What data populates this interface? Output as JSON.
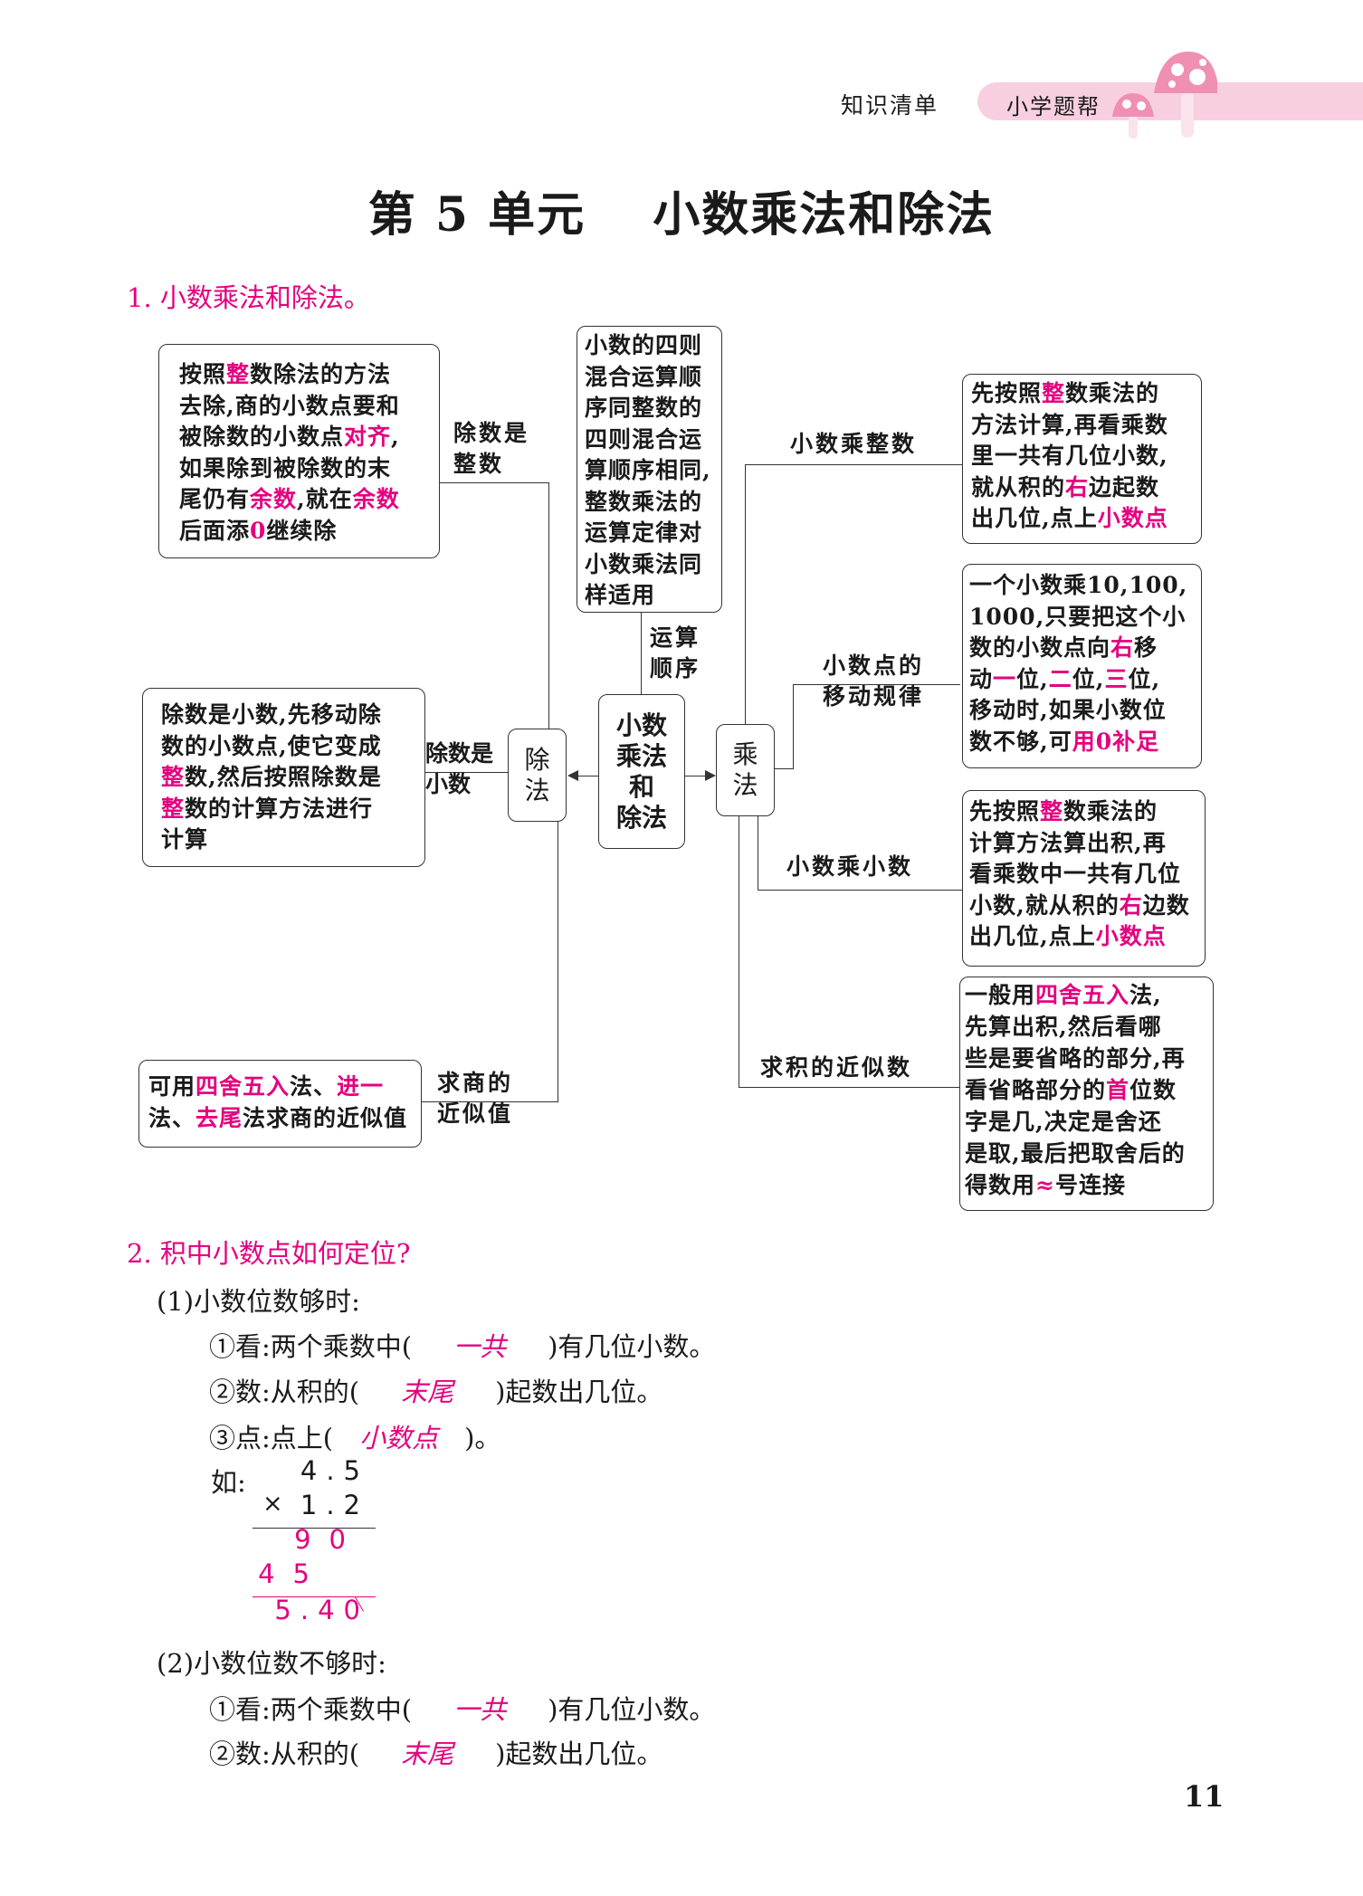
{
  "header": {
    "section_label": "知识清单",
    "brand": "小学题帮",
    "brand_color": "#f8cfe0",
    "icon": "mushroom-icon"
  },
  "title": "第 5 单元　 小数乘法和除法",
  "accent_color": "#e4007f",
  "section1": {
    "heading": "1. 小数乘法和除法。",
    "center_node": [
      "小数",
      "乘法",
      "和",
      "除法"
    ],
    "division_node": [
      "除",
      "法"
    ],
    "multiplication_node": [
      "乘",
      "法"
    ],
    "order_label": [
      "运算",
      "顺序"
    ],
    "order_box": [
      [
        {
          "t": "小数的四则"
        }
      ],
      [
        {
          "t": "混合运算顺"
        }
      ],
      [
        {
          "t": "序同整数的"
        }
      ],
      [
        {
          "t": "四则混合运"
        }
      ],
      [
        {
          "t": "算顺序相同,"
        }
      ],
      [
        {
          "t": "整数乘法的"
        }
      ],
      [
        {
          "t": "运算定律对"
        }
      ],
      [
        {
          "t": "小数乘法同"
        }
      ],
      [
        {
          "t": "样适用"
        }
      ]
    ],
    "div_integer": {
      "label": [
        "除数是",
        "整数"
      ],
      "lines": [
        [
          {
            "t": "按照"
          },
          {
            "t": "整",
            "h": true
          },
          {
            "t": "数除法的方法"
          }
        ],
        [
          {
            "t": "去除,商的小数点要和"
          }
        ],
        [
          {
            "t": "被除数的小数点"
          },
          {
            "t": "对齐",
            "h": true
          },
          {
            "t": ","
          }
        ],
        [
          {
            "t": "如果除到被除数的末"
          }
        ],
        [
          {
            "t": "尾仍有"
          },
          {
            "t": "余数",
            "h": true
          },
          {
            "t": ",就在"
          },
          {
            "t": "余数",
            "h": true
          }
        ],
        [
          {
            "t": "后面添"
          },
          {
            "t": "0",
            "h": true
          },
          {
            "t": "继续除"
          }
        ]
      ]
    },
    "div_decimal": {
      "label": [
        "除数是",
        "小数"
      ],
      "lines": [
        [
          {
            "t": "除数是小数,先移动除"
          }
        ],
        [
          {
            "t": "数的小数点,使它变成"
          }
        ],
        [
          {
            "t": "整",
            "h": true
          },
          {
            "t": "数,然后按照除数是"
          }
        ],
        [
          {
            "t": "整",
            "h": true
          },
          {
            "t": "数的计算方法进行"
          }
        ],
        [
          {
            "t": "计算"
          }
        ]
      ]
    },
    "div_approx": {
      "label": [
        "求商的",
        "近似值"
      ],
      "lines": [
        [
          {
            "t": "可用"
          },
          {
            "t": "四舍五入",
            "h": true
          },
          {
            "t": "法、"
          },
          {
            "t": "进一",
            "h": true
          }
        ],
        [
          {
            "t": "法、"
          },
          {
            "t": "去尾",
            "h": true
          },
          {
            "t": "法求商的近似值"
          }
        ]
      ]
    },
    "mul_integer": {
      "label": [
        "小数乘整数"
      ],
      "lines": [
        [
          {
            "t": "先按照"
          },
          {
            "t": "整",
            "h": true
          },
          {
            "t": "数乘法的"
          }
        ],
        [
          {
            "t": "方法计算,再看乘数"
          }
        ],
        [
          {
            "t": "里一共有几位小数,"
          }
        ],
        [
          {
            "t": "就从积的"
          },
          {
            "t": "右",
            "h": true
          },
          {
            "t": "边起数"
          }
        ],
        [
          {
            "t": "出几位,点上"
          },
          {
            "t": "小数点",
            "h": true
          }
        ]
      ]
    },
    "mul_shift": {
      "label": [
        "小数点的",
        "移动规律"
      ],
      "lines": [
        [
          {
            "t": "一个小数乘10,100,"
          }
        ],
        [
          {
            "t": "1000,只要把这个小"
          }
        ],
        [
          {
            "t": "数的小数点向"
          },
          {
            "t": "右",
            "h": true
          },
          {
            "t": "移"
          }
        ],
        [
          {
            "t": "动"
          },
          {
            "t": "一",
            "h": true
          },
          {
            "t": "位,"
          },
          {
            "t": "二",
            "h": true
          },
          {
            "t": "位,"
          },
          {
            "t": "三",
            "h": true
          },
          {
            "t": "位,"
          }
        ],
        [
          {
            "t": "移动时,如果小数位"
          }
        ],
        [
          {
            "t": "数不够,可"
          },
          {
            "t": "用0补足",
            "h": true
          }
        ]
      ]
    },
    "mul_decimal": {
      "label": [
        "小数乘小数"
      ],
      "lines": [
        [
          {
            "t": "先按照"
          },
          {
            "t": "整",
            "h": true
          },
          {
            "t": "数乘法的"
          }
        ],
        [
          {
            "t": "计算方法算出积,再"
          }
        ],
        [
          {
            "t": "看乘数中一共有几位"
          }
        ],
        [
          {
            "t": "小数,就从积的"
          },
          {
            "t": "右",
            "h": true
          },
          {
            "t": "边数"
          }
        ],
        [
          {
            "t": "出几位,点上"
          },
          {
            "t": "小数点",
            "h": true
          }
        ]
      ]
    },
    "mul_approx": {
      "label": [
        "求积的近似数"
      ],
      "lines": [
        [
          {
            "t": "一般用"
          },
          {
            "t": "四舍五入",
            "h": true
          },
          {
            "t": "法,"
          }
        ],
        [
          {
            "t": "先算出积,然后看哪"
          }
        ],
        [
          {
            "t": "些是要省略的部分,再"
          }
        ],
        [
          {
            "t": "看省略部分的"
          },
          {
            "t": "首",
            "h": true
          },
          {
            "t": "位数"
          }
        ],
        [
          {
            "t": "字是几,决定是舍还"
          }
        ],
        [
          {
            "t": "是取,最后把取舍后的"
          }
        ],
        [
          {
            "t": "得数用"
          },
          {
            "t": "≈",
            "h": true
          },
          {
            "t": "号连接"
          }
        ]
      ]
    }
  },
  "section2": {
    "heading": "2. 积中小数点如何定位?",
    "case1": {
      "title": "(1)小数位数够时:",
      "steps": [
        {
          "pre": "①看:两个乘数中(",
          "answer": "一共",
          "post": ")有几位小数。"
        },
        {
          "pre": "②数:从积的(",
          "answer": "末尾",
          "post": ")起数出几位。"
        },
        {
          "pre": "③点:点上(",
          "answer": "小数点",
          "post": ")。"
        }
      ],
      "example_label": "如:",
      "example": {
        "multiplicand": "4.5",
        "multiplier_sign": "×",
        "multiplier": "1.2",
        "partial1": "90",
        "partial2": "45",
        "product": "5.40"
      }
    },
    "case2": {
      "title": "(2)小数位数不够时:",
      "steps": [
        {
          "pre": "①看:两个乘数中(",
          "answer": "一共",
          "post": ")有几位小数。"
        },
        {
          "pre": "②数:从积的(",
          "answer": "末尾",
          "post": ")起数出几位。"
        }
      ]
    }
  },
  "page_number": "11"
}
